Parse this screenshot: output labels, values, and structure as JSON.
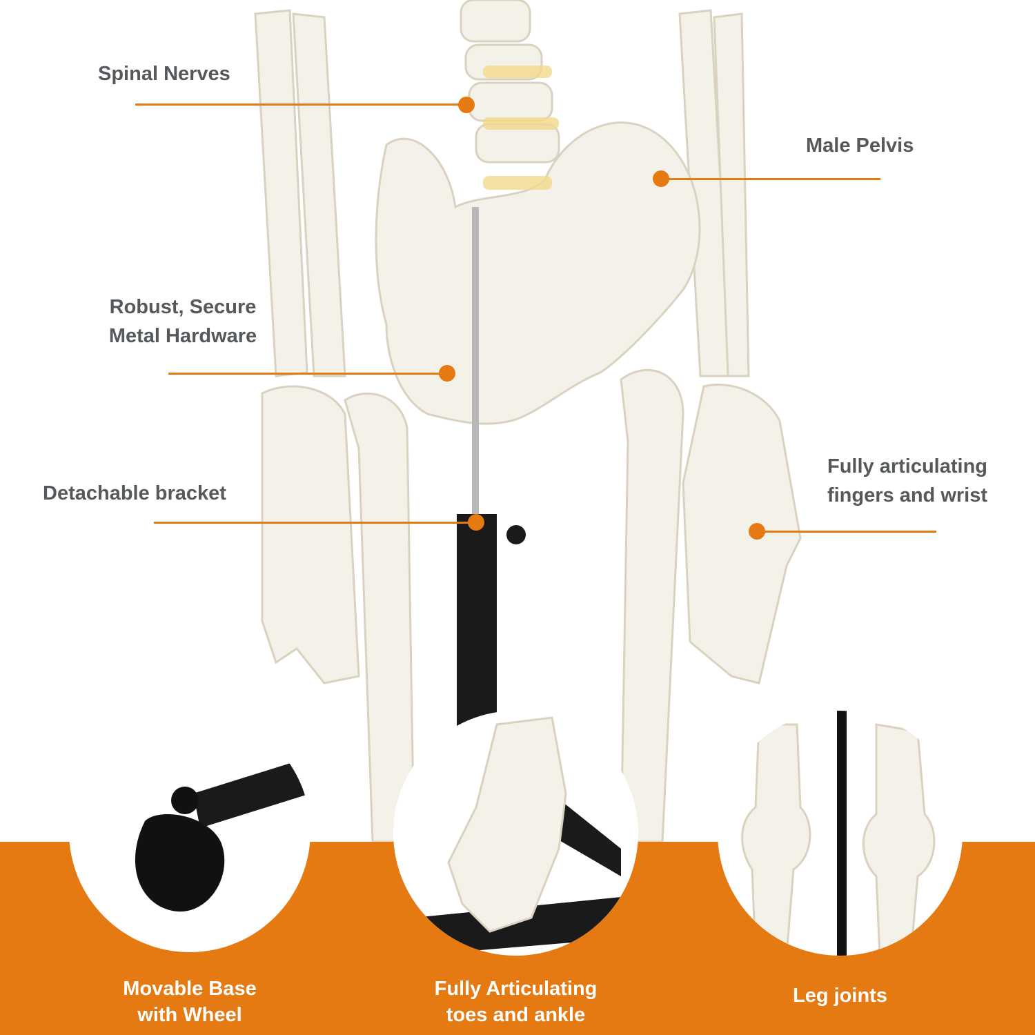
{
  "colors": {
    "accent": "#e67a12",
    "label_text": "#55595c",
    "caption_text": "#ffffff",
    "bone": "#f4f1e8",
    "bone_shade": "#e2dccd",
    "stand": "#1a1a1a",
    "disc": "#f3d98a"
  },
  "callouts": [
    {
      "text": "Spinal Nerves"
    },
    {
      "text": "Male Pelvis"
    },
    {
      "text": "Robust, Secure\nMetal Hardware"
    },
    {
      "text": "Fully articulating\nfingers and wrist"
    },
    {
      "text": "Detachable bracket"
    }
  ],
  "insets": [
    {
      "caption": "Movable Base\nwith Wheel"
    },
    {
      "caption": "Fully Articulating\ntoes and ankle"
    },
    {
      "caption": "Leg joints"
    }
  ]
}
